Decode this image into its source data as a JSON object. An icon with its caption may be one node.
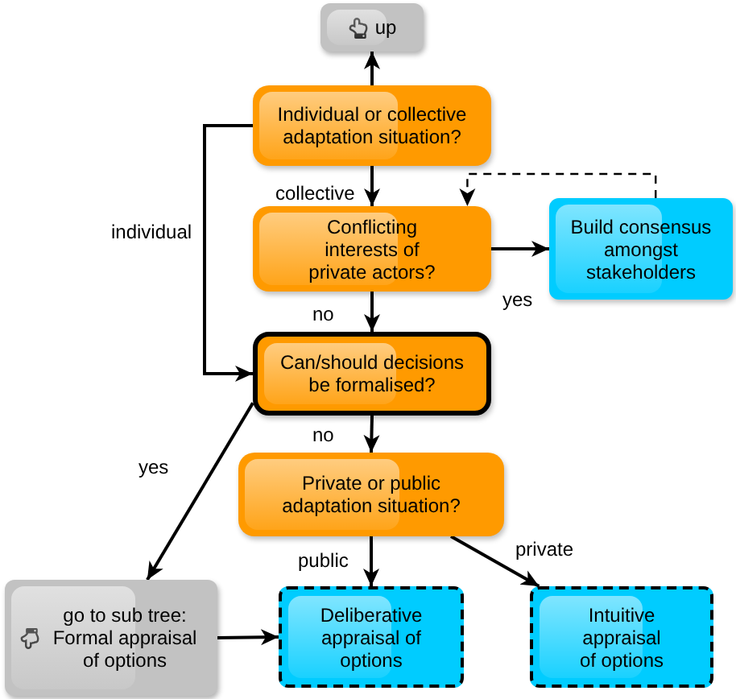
{
  "diagram": {
    "nodes": [
      {
        "text": [
          "up"
        ]
      },
      {
        "text": [
          "Individual or collective adaptation situation?"
        ]
      },
      {
        "text": [
          "Conflicting interests of private actors?"
        ]
      },
      {
        "text": [
          "Build consensus amongst stakeholders"
        ]
      },
      {
        "text": [
          "Can/should decisions be formalised?"
        ]
      },
      {
        "text": [
          "Private or public adaptation situation?"
        ]
      },
      {
        "text": [
          "go to sub tree: Formal appraisal of options"
        ]
      },
      {
        "text": [
          "Deliberative appraisal of options"
        ]
      },
      {
        "text": [
          "Intuitive appraisal of options"
        ]
      }
    ],
    "edges": [
      {
        "from": 1,
        "to": 0,
        "arrow": "to"
      },
      {
        "from": 1,
        "to": 2,
        "arrow": "to",
        "label": "collective"
      },
      {
        "from": 1,
        "to": 4,
        "arrow": "to",
        "label": "individual"
      },
      {
        "from": 2,
        "to": 3,
        "arrow": "to",
        "label": "yes"
      },
      {
        "from": 3,
        "to": 2,
        "arrow": "to",
        "style": "dashed"
      },
      {
        "from": 2,
        "to": 4,
        "arrow": "to",
        "label": "no"
      },
      {
        "from": 4,
        "to": 5,
        "arrow": "to",
        "label": "no"
      },
      {
        "from": 4,
        "to": 6,
        "arrow": "to",
        "label": "yes"
      },
      {
        "from": 5,
        "to": 7,
        "arrow": "to",
        "label": "public"
      },
      {
        "from": 5,
        "to": 8,
        "arrow": "to",
        "label": "private"
      },
      {
        "from": 6,
        "to": 7,
        "arrow": "to"
      }
    ]
  }
}
